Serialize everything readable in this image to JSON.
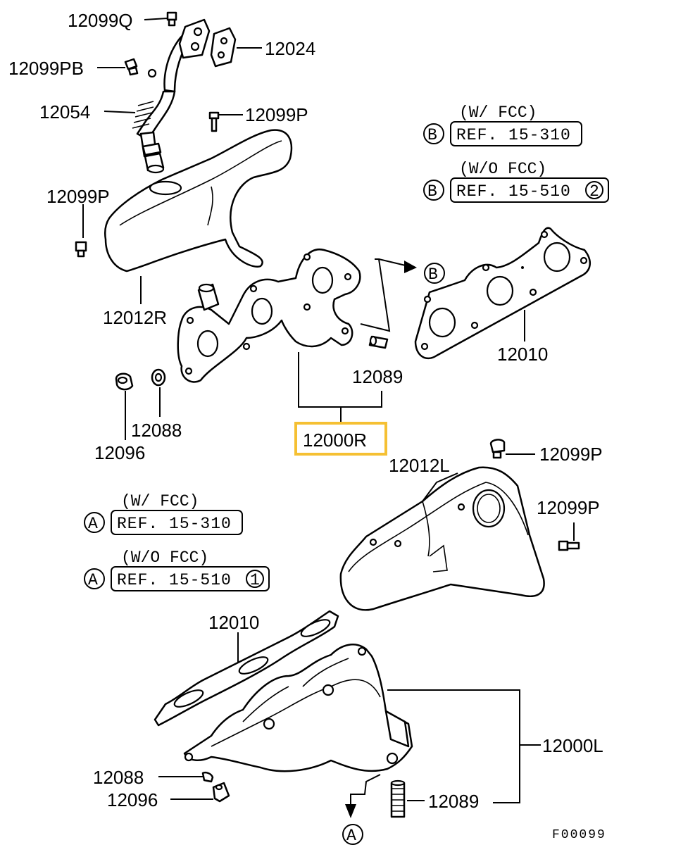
{
  "labels": {
    "p12099Q": "12099Q",
    "p12024": "12024",
    "p12099PB": "12099PB",
    "p12054": "12054",
    "p12099P_a": "12099P",
    "p12099P_b": "12099P",
    "p12012R": "12012R",
    "p12010_top": "12010",
    "p12089_top": "12089",
    "p12088_top": "12088",
    "p12096_top": "12096",
    "p12000R": "12000R",
    "p12012L": "12012L",
    "p12099P_c": "12099P",
    "p12099P_d": "12099P",
    "p12010_bot": "12010",
    "p12000L": "12000L",
    "p12088_bot": "12088",
    "p12096_bot": "12096",
    "p12089_bot": "12089"
  },
  "refs": {
    "b_wfcc_caption": "(W/ FCC)",
    "b_wfcc_marker": "B",
    "b_wfcc_ref": "REF. 15-310",
    "b_wofcc_caption": "(W/O FCC)",
    "b_wofcc_marker": "B",
    "b_wofcc_ref": "REF. 15-510",
    "b_wofcc_num": "2",
    "a_wfcc_caption": "(W/ FCC)",
    "a_wfcc_marker": "A",
    "a_wfcc_ref": "REF. 15-310",
    "a_wofcc_caption": "(W/O FCC)",
    "a_wofcc_marker": "A",
    "a_wofcc_ref": "REF. 15-510",
    "a_wofcc_num": "1",
    "arrow_b_marker": "B",
    "arrow_a_marker": "A"
  },
  "figure_code": "F00099",
  "colors": {
    "highlight": "#f5c033",
    "line": "#000000"
  }
}
